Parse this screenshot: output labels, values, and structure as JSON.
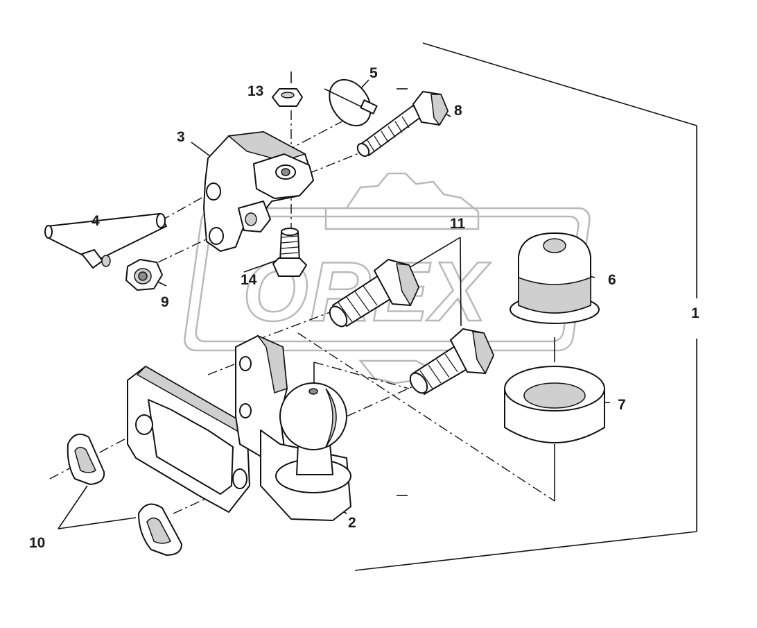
{
  "diagram": {
    "watermark": "OREX",
    "callouts": [
      {
        "id": "c1",
        "text": "1"
      },
      {
        "id": "c2",
        "text": "2"
      },
      {
        "id": "c3",
        "text": "3"
      },
      {
        "id": "c4",
        "text": "4"
      },
      {
        "id": "c5",
        "text": "5"
      },
      {
        "id": "c6",
        "text": "6"
      },
      {
        "id": "c7",
        "text": "7"
      },
      {
        "id": "c8",
        "text": "8"
      },
      {
        "id": "c9",
        "text": "9"
      },
      {
        "id": "c10",
        "text": "10"
      },
      {
        "id": "c11",
        "text": "11"
      },
      {
        "id": "c13",
        "text": "13"
      },
      {
        "id": "c14",
        "text": "14"
      }
    ]
  }
}
